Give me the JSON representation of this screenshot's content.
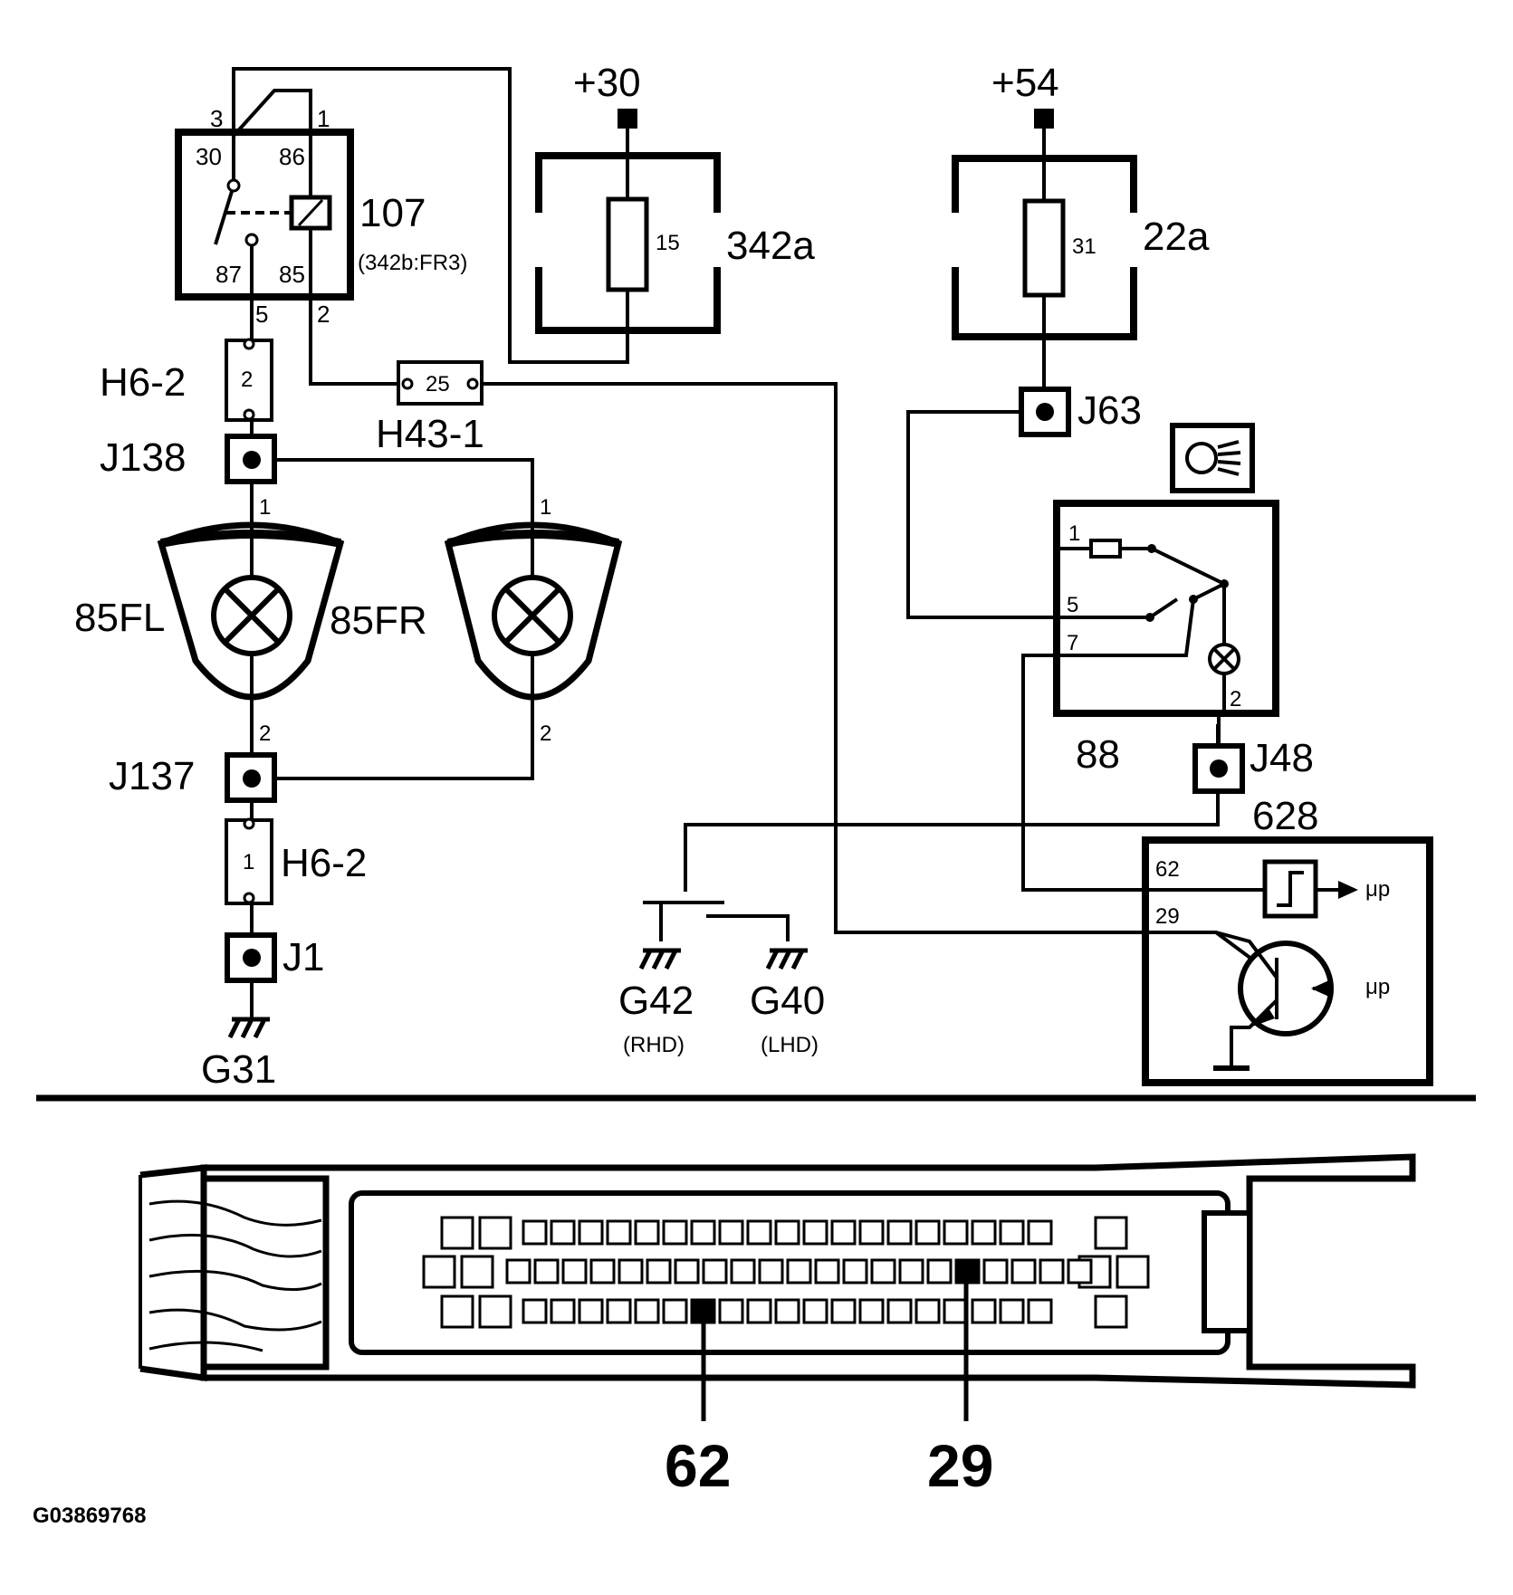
{
  "diagram": {
    "components": {
      "relay": {
        "id": "107",
        "sub": "(342b:FR3)",
        "pin_30": "30",
        "pin_86": "86",
        "pin_87": "87",
        "pin_85": "85",
        "wire_3": "3",
        "wire_1": "1",
        "wire_5": "5",
        "wire_2": "2"
      },
      "fuse_15": {
        "box": "342a",
        "value": "15",
        "supply": "+30"
      },
      "fuse_31": {
        "box": "22a",
        "value": "31",
        "supply": "+54"
      },
      "connector_h6_upper": {
        "id": "H6-2",
        "pin": "2"
      },
      "connector_h6_lower": {
        "id": "H6-2",
        "pin": "1"
      },
      "connector_h43": {
        "id": "H43-1",
        "pin": "25"
      },
      "splice_j138": "J138",
      "splice_j137": "J137",
      "splice_j1": "J1",
      "splice_j63": "J63",
      "splice_j48": "J48",
      "lamp_left": {
        "id": "85FL",
        "pin_top": "1",
        "pin_bottom": "2"
      },
      "lamp_right": {
        "id": "85FR",
        "pin_top": "1",
        "pin_bottom": "2"
      },
      "switch": {
        "id": "88",
        "pin_1": "1",
        "pin_5": "5",
        "pin_7": "7",
        "pin_2": "2"
      },
      "module": {
        "id": "628",
        "pin_62": "62",
        "pin_29": "29",
        "output_label": "μp",
        "input_label": "μp"
      },
      "grounds": {
        "g31": "G31",
        "g42": "G42",
        "g42_note": "(RHD)",
        "g40": "G40",
        "g40_note": "(LHD)"
      }
    },
    "connector_callouts": {
      "pin_a": "62",
      "pin_b": "29"
    },
    "reference": "G03869768"
  }
}
